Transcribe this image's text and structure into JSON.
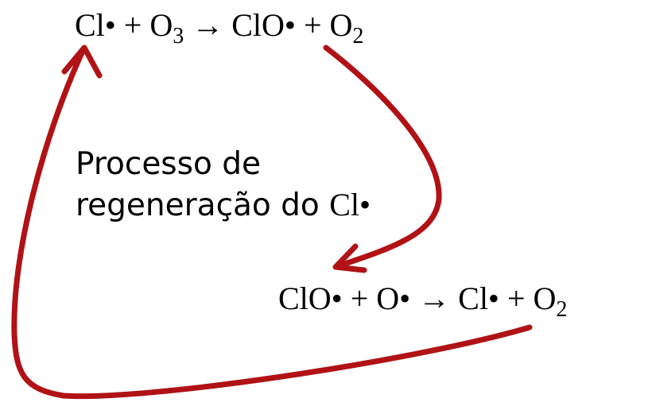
{
  "reaction1": {
    "r1": "Cl•",
    "plus1": "+",
    "r2": "O",
    "r2_sub": "3",
    "arrow": "→",
    "p1": "ClO•",
    "plus2": "+",
    "p2": "O",
    "p2_sub": "2"
  },
  "reaction2": {
    "r1": "ClO•",
    "plus1": "+",
    "r2": "O•",
    "arrow": "→",
    "p1": "Cl•",
    "plus2": "+",
    "p2": "O",
    "p2_sub": "2"
  },
  "caption": {
    "line1": "Processo de",
    "line2": "regeneração do",
    "line2_species": "Cl•"
  },
  "colors": {
    "arrow": "#b01216",
    "text": "#000000"
  }
}
